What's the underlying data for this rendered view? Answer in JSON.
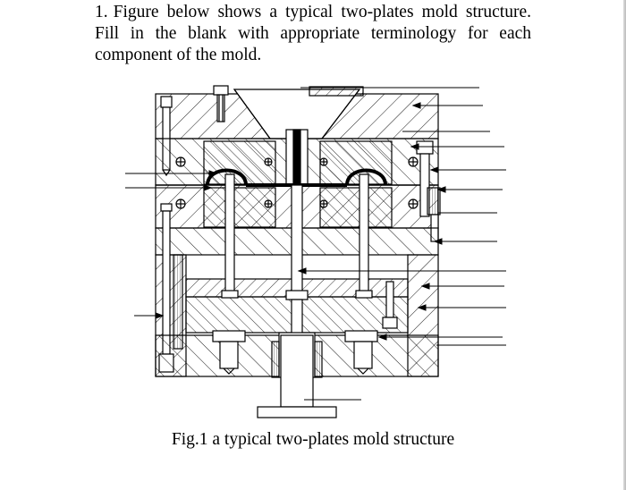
{
  "question": {
    "number": "1.",
    "text": "Figure below shows a typical two-plates mold structure. Fill in the blank with appropriate terminology for each component of the mold."
  },
  "figure": {
    "caption": "Fig.1 a typical two-plates mold structure"
  },
  "colors": {
    "line": "#000000",
    "background": "#ffffff",
    "hatch": "#000000"
  }
}
